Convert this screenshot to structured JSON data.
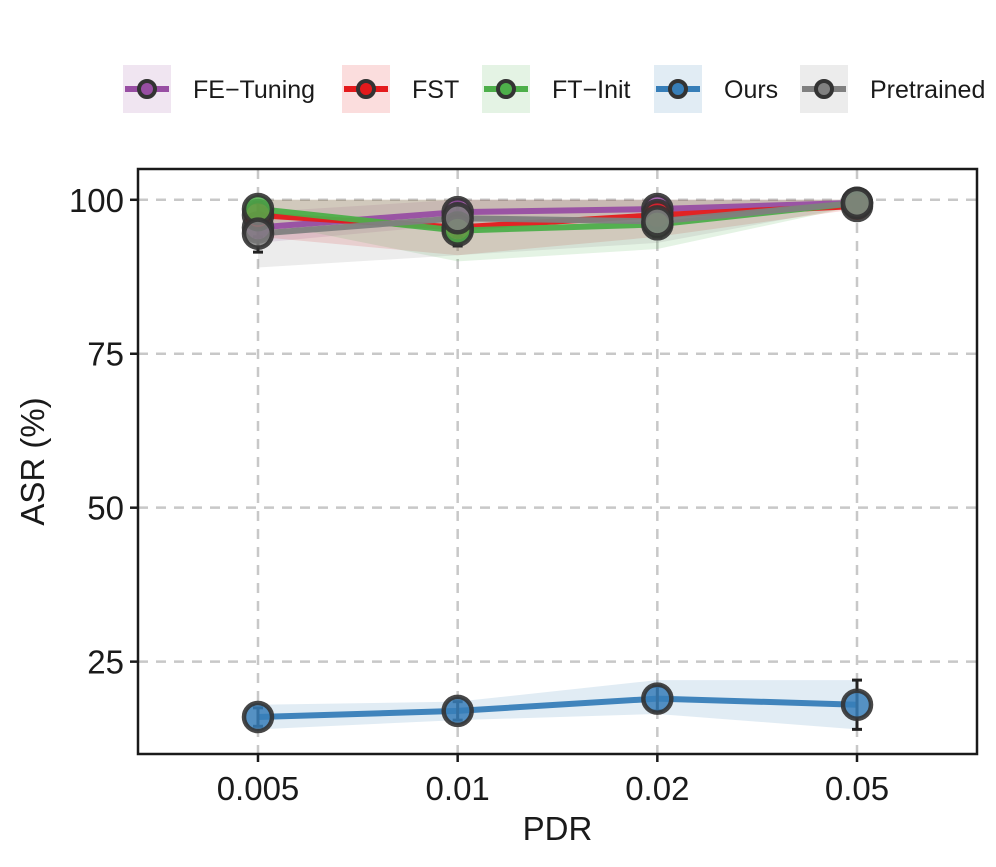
{
  "chart_data": {
    "type": "line",
    "title": "",
    "xlabel": "PDR",
    "ylabel": "ASR (%)",
    "categories": [
      "0.005",
      "0.01",
      "0.02",
      "0.05"
    ],
    "ylim": [
      10,
      105
    ],
    "yticks": [
      25,
      50,
      75,
      100
    ],
    "grid": true,
    "legend_position": "top",
    "series": [
      {
        "name": "FE−Tuning",
        "color": "#984ea3",
        "values": [
          95.5,
          98.0,
          98.5,
          99.5
        ],
        "lower": [
          93.0,
          96.0,
          97.0,
          99.0
        ],
        "upper": [
          98.0,
          100.0,
          100.0,
          100.0
        ],
        "err": [
          1.5,
          1.5,
          1.0,
          0.5
        ]
      },
      {
        "name": "FST",
        "color": "#e41a1c",
        "values": [
          97.5,
          95.5,
          97.5,
          99.0
        ],
        "lower": [
          94.0,
          91.0,
          94.0,
          98.5
        ],
        "upper": [
          100.0,
          100.0,
          100.0,
          100.0
        ],
        "err": [
          2.0,
          2.5,
          2.0,
          0.5
        ]
      },
      {
        "name": "FT−Init",
        "color": "#4daf4a",
        "values": [
          98.5,
          95.0,
          96.0,
          99.5
        ],
        "lower": [
          96.5,
          90.0,
          92.0,
          99.0
        ],
        "upper": [
          100.0,
          100.0,
          100.0,
          100.0
        ],
        "err": [
          1.0,
          2.5,
          2.0,
          0.5
        ]
      },
      {
        "name": "Ours",
        "color": "#377eb8",
        "values": [
          16.0,
          17.0,
          19.0,
          18.0
        ],
        "lower": [
          14.0,
          15.5,
          16.5,
          14.0
        ],
        "upper": [
          18.0,
          18.5,
          22.0,
          22.0
        ],
        "err": [
          1.5,
          1.5,
          2.0,
          4.0
        ]
      },
      {
        "name": "Pretrained",
        "color": "#808080",
        "values": [
          94.5,
          97.0,
          96.5,
          99.5
        ],
        "lower": [
          89.0,
          91.0,
          93.0,
          99.0
        ],
        "upper": [
          100.0,
          100.0,
          100.0,
          100.0
        ],
        "err": [
          3.0,
          3.0,
          2.5,
          0.5
        ]
      }
    ]
  }
}
